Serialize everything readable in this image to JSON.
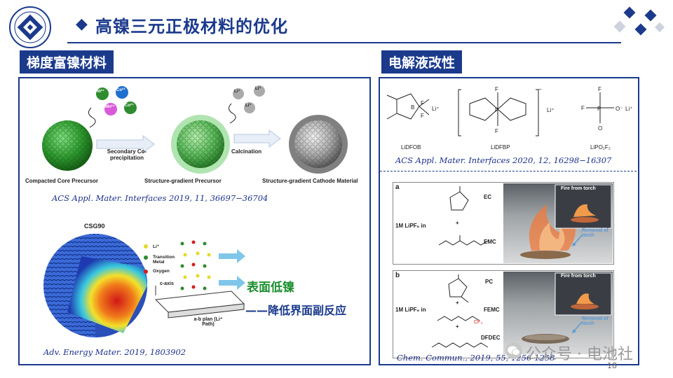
{
  "slide": {
    "title": "高镍三元正极材料的优化",
    "page_number": "18",
    "watermark": "公众号 · 电池社"
  },
  "left_section": {
    "label": "梯度富镍材料",
    "top_figure": {
      "ions": [
        "Ni²⁺",
        "Co²⁺",
        "Mn²⁺",
        "Co²⁺"
      ],
      "li_ions": [
        "Li⁺",
        "Li⁺",
        "Li⁺"
      ],
      "step1_label": "Secondary Co-precipitation",
      "step2_label": "Calcination",
      "caption_1": "Compacted Core Precursor",
      "caption_2": "Structure-gradient Precursor",
      "caption_3": "Structure-gradient Cathode Material",
      "reference": "ACS Appl. Mater. Interfaces 2019, 11, 36697−36704"
    },
    "bottom_figure": {
      "particle_label": "CSG90",
      "legend": [
        "Li⁺",
        "Transition Metal",
        "Oxygen"
      ],
      "caxis_label": "c-axis",
      "plane_label": "a-b plan (Li⁺ Path)",
      "text_green": "表面低镍",
      "text_blue": "——降低界面副反应",
      "reference": "Adv. Energy Mater. 2019, 1803902"
    }
  },
  "right_section": {
    "label": "电解液改性",
    "salts": {
      "names": [
        "LiDFOB",
        "LiDFBP",
        "LiPO₂F₂"
      ],
      "reference": "ACS Appl. Mater. Interfaces 2020, 12, 16298−16307"
    },
    "panel_a": {
      "tag": "a",
      "solvent_1": "EC",
      "plus": "+",
      "solvent_2": "EMC",
      "salt_label": "1M LiPF₆ in",
      "inset_label": "Fire from torch",
      "removal_label": "Removal of torch"
    },
    "panel_b": {
      "tag": "b",
      "solvent_1": "PC",
      "plus_1": "+",
      "solvent_2": "FEMC",
      "plus_2": "+",
      "solvent_3": "DFDEC",
      "salt_label": "1M LiPF₆ in",
      "inset_label": "Fire from torch",
      "removal_label": "Removal of torch"
    },
    "reference": "Chem. Commun., 2019, 55, 1256-1258"
  },
  "colors": {
    "primary": "#1b3a8c",
    "green_text": "#1a8f2e",
    "particle_green": "#3aa83a"
  }
}
